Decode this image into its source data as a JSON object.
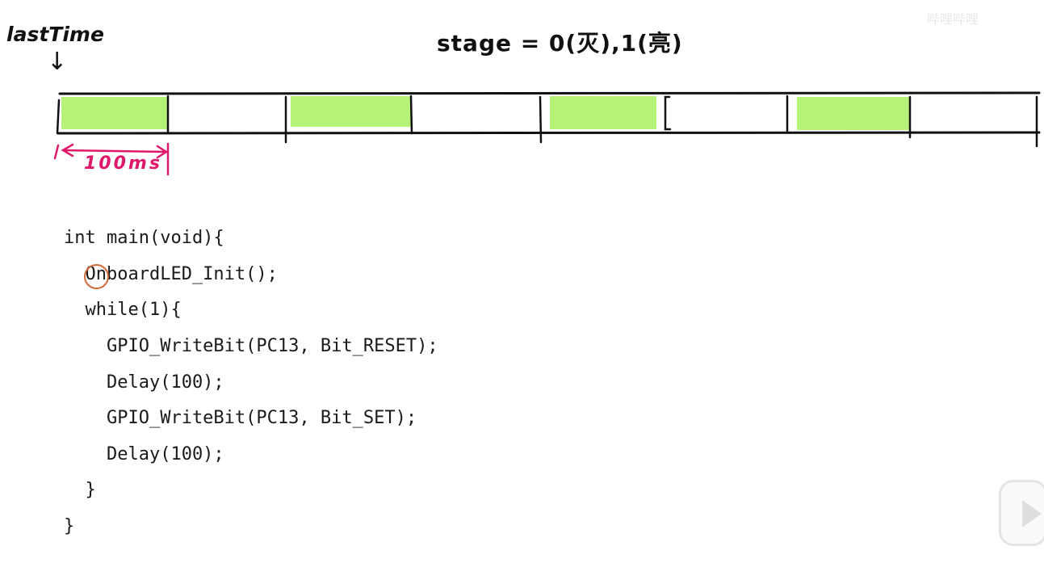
{
  "diagram": {
    "last_time_label": "lastTime",
    "stage_label": "stage = 0(灭),1(亮)",
    "duration_label": "100ms",
    "colors": {
      "on_segment": "#b7f278",
      "duration_marker": "#e0186c",
      "ink": "#111111"
    }
  },
  "code": {
    "lines": [
      "int main(void){",
      "  OnboardLED_Init();",
      "  while(1){",
      "    GPIO_WriteBit(PC13, Bit_RESET);",
      "    Delay(100);",
      "    GPIO_WriteBit(PC13, Bit_SET);",
      "    Delay(100);",
      "  }",
      "}"
    ]
  },
  "overlay": {
    "watermark_text": "哔哩哔哩",
    "play_icon": "play-icon"
  }
}
